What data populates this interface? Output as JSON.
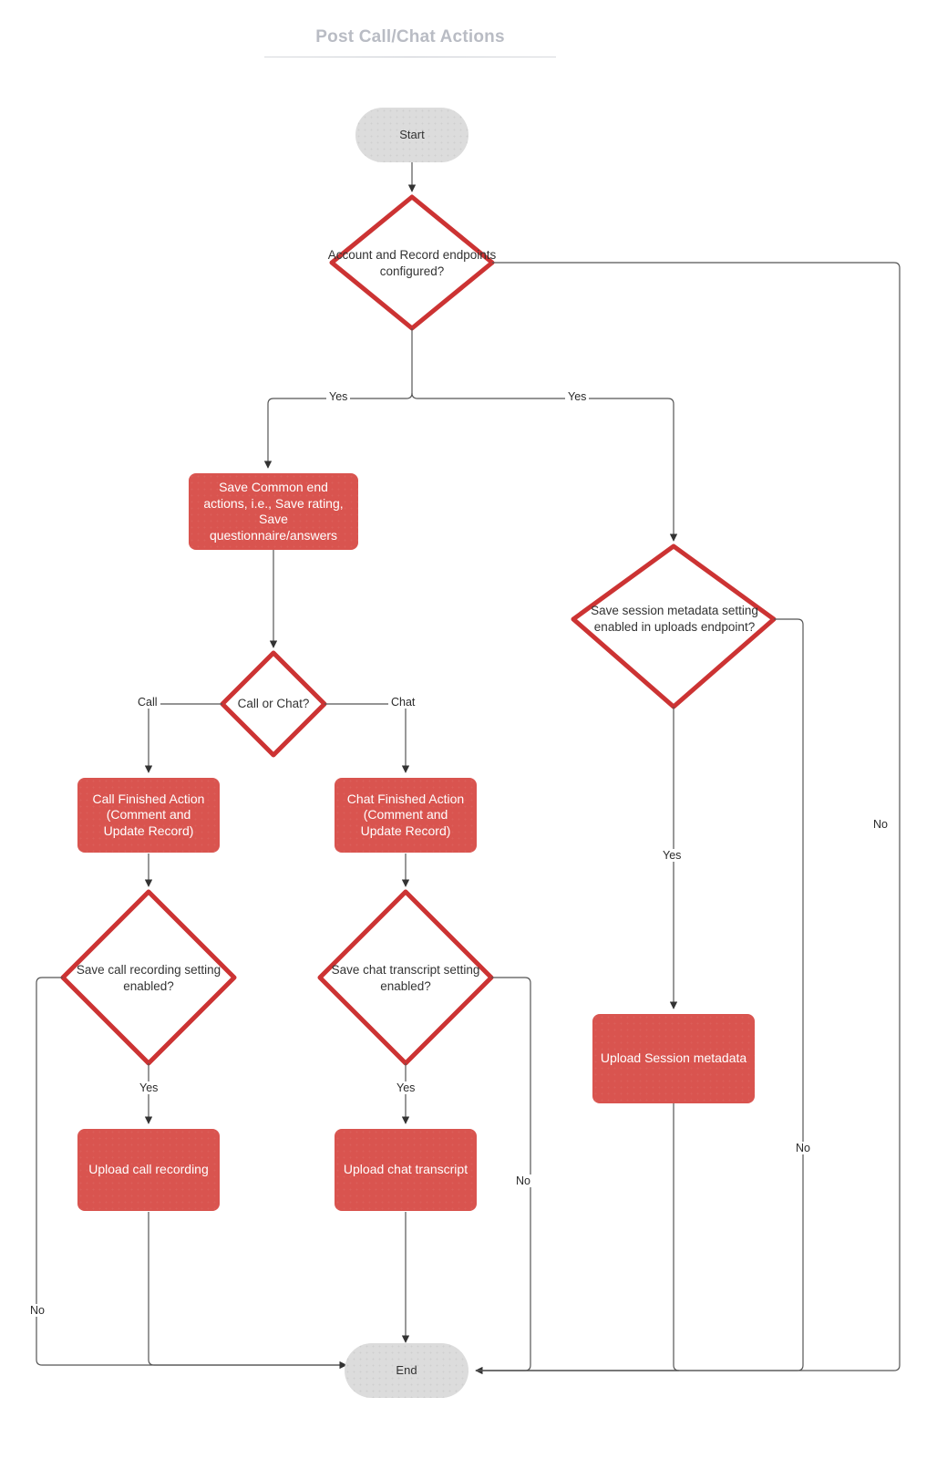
{
  "diagram": {
    "title": "Post Call/Chat Actions",
    "colors": {
      "process_fill": "#d9544f",
      "process_text": "#ffffff",
      "decision_stroke": "#cc3333",
      "decision_fill": "#ffffff",
      "terminal_fill": "#dcdcdc",
      "terminal_text": "#333333",
      "edge_stroke": "#555555",
      "title_color": "#b9bcc4"
    },
    "nodes": {
      "start": {
        "label": "Start",
        "type": "terminal"
      },
      "decision_endpoints": {
        "label": "Account and Record endpoints configured?",
        "type": "decision"
      },
      "save_common": {
        "label": "Save Common end actions, i.e., Save rating, Save questionnaire/answers",
        "type": "process"
      },
      "decision_call_or_chat": {
        "label": "Call or Chat?",
        "type": "decision"
      },
      "call_finished": {
        "label": "Call Finished Action (Comment and Update Record)",
        "type": "process"
      },
      "chat_finished": {
        "label": "Chat Finished Action (Comment and Update Record)",
        "type": "process"
      },
      "decision_call_recording": {
        "label": "Save call recording setting enabled?",
        "type": "decision"
      },
      "decision_chat_transcript": {
        "label": "Save chat transcript setting enabled?",
        "type": "decision"
      },
      "upload_call_recording": {
        "label": "Upload call recording",
        "type": "process"
      },
      "upload_chat_transcript": {
        "label": "Upload chat transcript",
        "type": "process"
      },
      "decision_session_metadata": {
        "label": "Save session metadata setting enabled in uploads endpoint?",
        "type": "decision"
      },
      "upload_session_metadata": {
        "label": "Upload Session metadata",
        "type": "process"
      },
      "end": {
        "label": "End",
        "type": "terminal"
      }
    },
    "edge_labels": {
      "endpoints_yes_left": "Yes",
      "endpoints_yes_right": "Yes",
      "endpoints_no": "No",
      "branch_call": "Call",
      "branch_chat": "Chat",
      "call_recording_yes": "Yes",
      "call_recording_no": "No",
      "chat_transcript_yes": "Yes",
      "chat_transcript_no": "No",
      "session_metadata_yes": "Yes",
      "session_metadata_no": "No"
    }
  }
}
